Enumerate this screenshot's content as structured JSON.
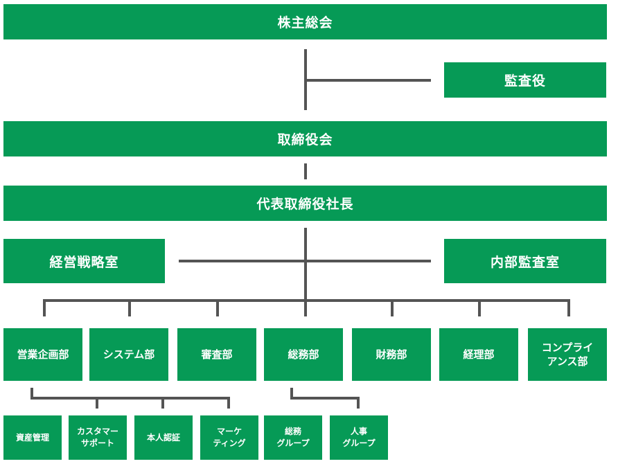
{
  "chart": {
    "shareholders": "株主総会",
    "auditor": "監査役",
    "board": "取締役会",
    "president": "代表取締役社長",
    "strategy": "経営戦略室",
    "internal_audit": "内部監査室",
    "departments": [
      "営業企画部",
      "システム部",
      "審査部",
      "総務部",
      "財務部",
      "経理部",
      "コンプライ\nアンス部"
    ],
    "sales_groups": [
      "資産管理",
      "カスタマー\nサポート",
      "本人認証",
      "マーケ\nティング"
    ],
    "general_groups": [
      "総務\nグループ",
      "人事\nグループ"
    ]
  },
  "colors": {
    "box": "#069a56",
    "line": "#545454",
    "text": "#ffffff"
  }
}
